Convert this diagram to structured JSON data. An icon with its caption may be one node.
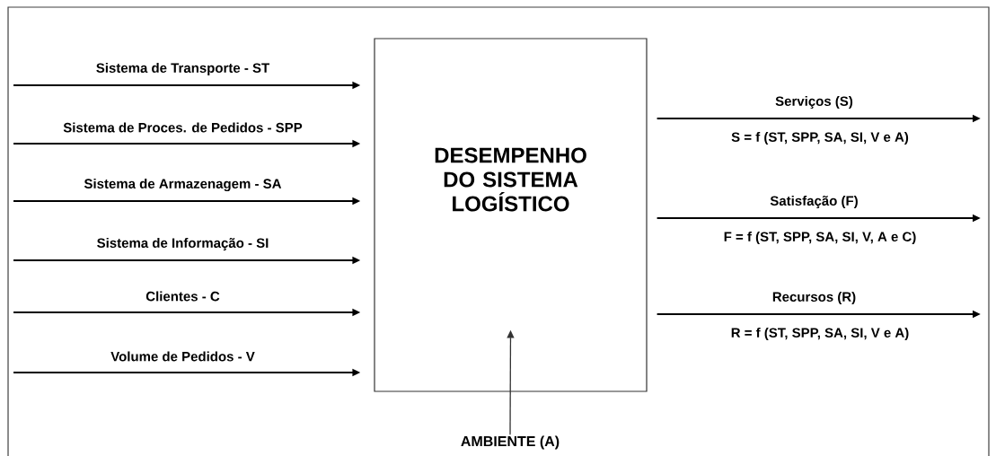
{
  "diagram": {
    "nodes": [
      {
        "text": [
          "DESEMPENHO DO SISTEMA LOGÍSTICO"
        ]
      },
      {
        "text": [
          "AMBIENTE (A)"
        ]
      }
    ],
    "edges": [
      {
        "from": null,
        "to": 0,
        "arrow": "to",
        "label": "Sistema de Transporte - ST"
      },
      {
        "from": null,
        "to": 0,
        "arrow": "to",
        "label": "Sistema de Proces. de Pedidos - SPP"
      },
      {
        "from": null,
        "to": 0,
        "arrow": "to",
        "label": "Sistema de Armazenagem - SA"
      },
      {
        "from": null,
        "to": 0,
        "arrow": "to",
        "label": "Sistema de Informação - SI"
      },
      {
        "from": null,
        "to": 0,
        "arrow": "to",
        "label": "Clientes - C"
      },
      {
        "from": null,
        "to": 0,
        "arrow": "to",
        "label": "Volume de Pedidos - V"
      },
      {
        "from": 0,
        "to": null,
        "arrow": "to",
        "label": "Serviços (S)"
      },
      {
        "from": 0,
        "to": null,
        "arrow": "to",
        "label": "Satisfação (F)"
      },
      {
        "from": 0,
        "to": null,
        "arrow": "to",
        "label": "Recursos (R)"
      },
      {
        "from": 1,
        "to": 0,
        "arrow": "to"
      }
    ],
    "labels": [
      "S = f (ST, SPP, SA, SI, V e A)",
      "F = f (ST, SPP, SA, SI, V, A e C)",
      "R = f (ST, SPP, SA, SI, V e A)"
    ]
  }
}
